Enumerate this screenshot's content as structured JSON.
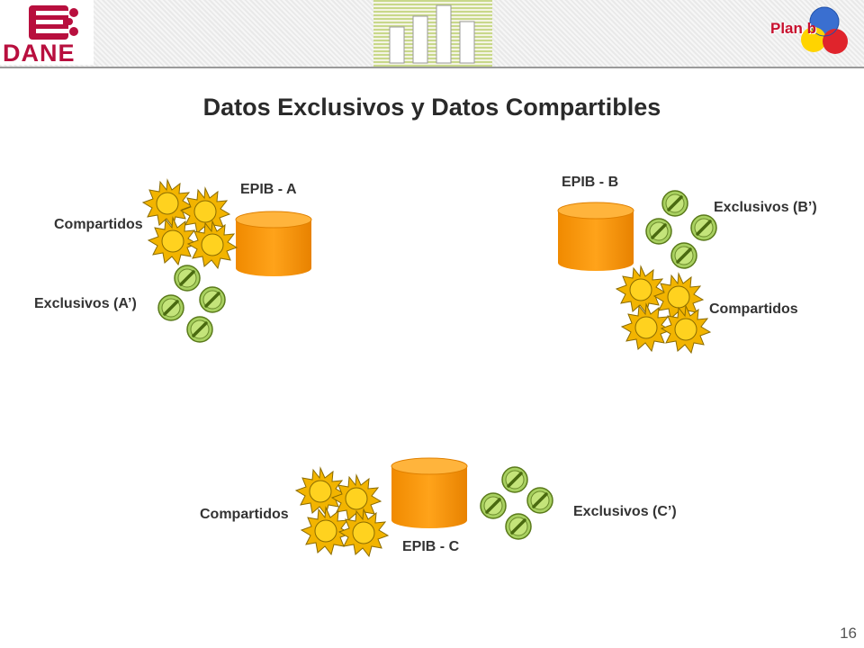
{
  "header": {
    "logo_text": "DANE",
    "brand_badge": "Plan b"
  },
  "title": "Datos Exclusivos y Datos Compartibles",
  "groups": {
    "a": {
      "db_label": "EPIB - A",
      "shared_label": "Compartidos",
      "exclusive_label": "Exclusivos (A’)"
    },
    "b": {
      "db_label": "EPIB - B",
      "shared_label": "Compartidos",
      "exclusive_label": "Exclusivos (B’)"
    },
    "c": {
      "db_label": "EPIB - C",
      "shared_label": "Compartidos",
      "exclusive_label": "Exclusivos (C’)"
    }
  },
  "icons": {
    "shared": "sun-icon",
    "exclusive": "prohibited-icon",
    "database": "database-cylinder-icon"
  },
  "colors": {
    "database": "#ff9a00",
    "sun": "#ffd21f",
    "exclusive": "#a8d060",
    "brand": "#b80f3e"
  },
  "page_number": "16"
}
